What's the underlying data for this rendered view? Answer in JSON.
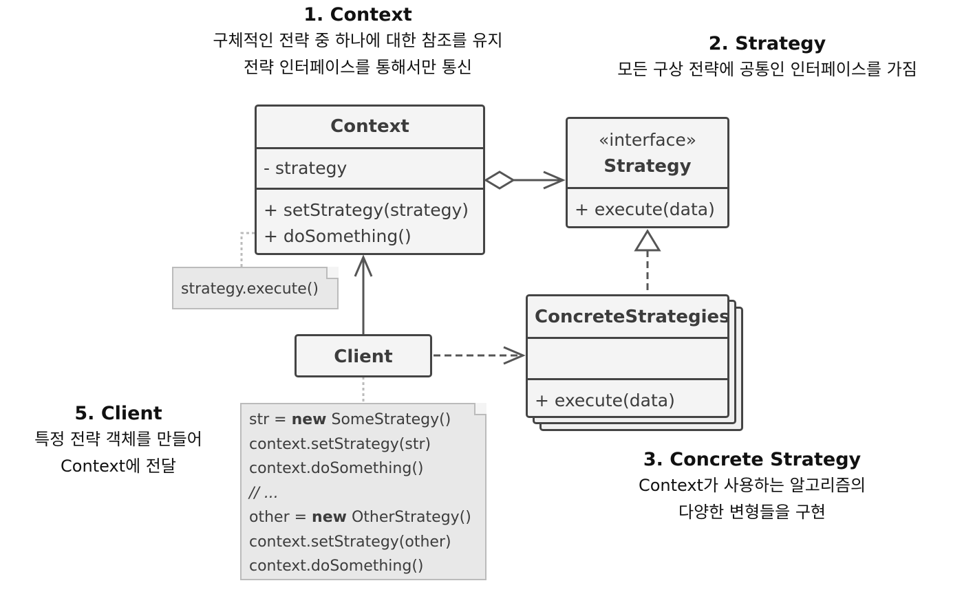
{
  "annotations": {
    "context": {
      "title": "1. Context",
      "line1": "구체적인 전략 중 하나에 대한 참조를 유지",
      "line2": "전략 인터페이스를 통해서만 통신"
    },
    "strategy": {
      "title": "2. Strategy",
      "line1": "모든 구상 전략에 공통인 인터페이스를 가짐"
    },
    "concrete": {
      "title": "3. Concrete Strategy",
      "line1": "Context가 사용하는 알고리즘의",
      "line2": "다양한 변형들을 구현"
    },
    "client": {
      "title": "5. Client",
      "line1": "특정 전략 객체를 만들어",
      "line2": "Context에 전달"
    }
  },
  "classes": {
    "context": {
      "name": "Context",
      "field": "- strategy",
      "method1": "+ setStrategy(strategy)",
      "method2": "+ doSomething()"
    },
    "strategy": {
      "stereotype": "«interface»",
      "name": "Strategy",
      "method1": "+ execute(data)"
    },
    "concrete": {
      "name": "ConcreteStrategies",
      "method1": "+ execute(data)"
    },
    "client": {
      "name": "Client"
    }
  },
  "notes": {
    "context_note": "strategy.execute()",
    "client_note": {
      "l1_a": "str = ",
      "l1_kw": "new",
      "l1_b": " SomeStrategy()",
      "l2": "context.setStrategy(str)",
      "l3": "context.doSomething()",
      "l4": "// ...",
      "l5_a": "other = ",
      "l5_kw": "new",
      "l5_b": " OtherStrategy()",
      "l6": "context.setStrategy(other)",
      "l7": "context.doSomething()"
    }
  },
  "colors": {
    "box_fill": "#f4f4f4",
    "box_stroke": "#444444",
    "note_fill": "#e8e8e8",
    "connector": "#555555",
    "dotted": "#bbbbbb"
  }
}
